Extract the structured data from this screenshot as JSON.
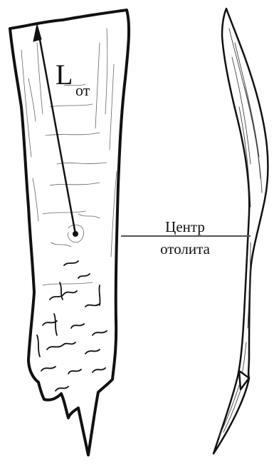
{
  "labels": {
    "length_main": "L",
    "length_sub": "от",
    "center_line1": "Центр",
    "center_line2": "отолита"
  },
  "colors": {
    "ink": "#111111",
    "background": "#ffffff",
    "sketch": "#666666"
  }
}
